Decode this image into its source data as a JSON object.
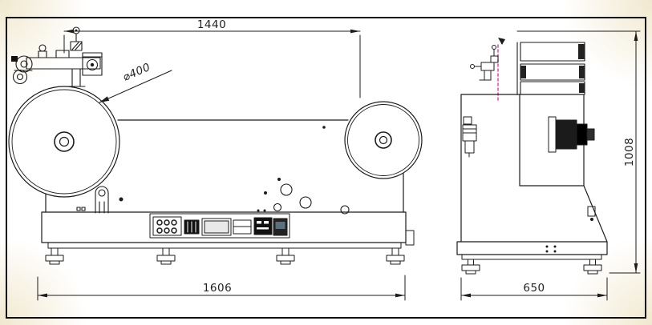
{
  "drawing": {
    "dimensions": {
      "top_width": "1440",
      "reel_diameter": "⌀400",
      "base_width": "1606",
      "height": "1008",
      "depth": "650"
    },
    "colors": {
      "line": "#1c1c1c",
      "centerline": "#e93fb0"
    }
  }
}
